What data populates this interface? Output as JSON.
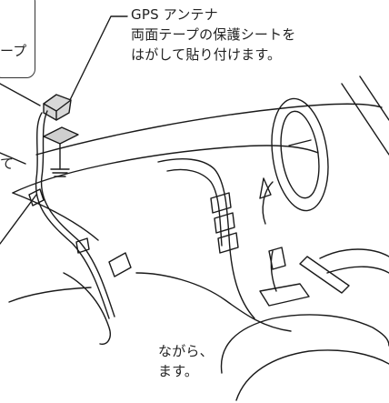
{
  "gps_callout": {
    "title": "GPS アンテナ",
    "line1": "両面テープの保護シートを",
    "line2": "はがして貼り付けます。"
  },
  "left_box": {
    "fragment": "ープ"
  },
  "left_fragment_mid": "て",
  "bottom_fragment": {
    "line1": "ながら、",
    "line2": "ます。"
  }
}
